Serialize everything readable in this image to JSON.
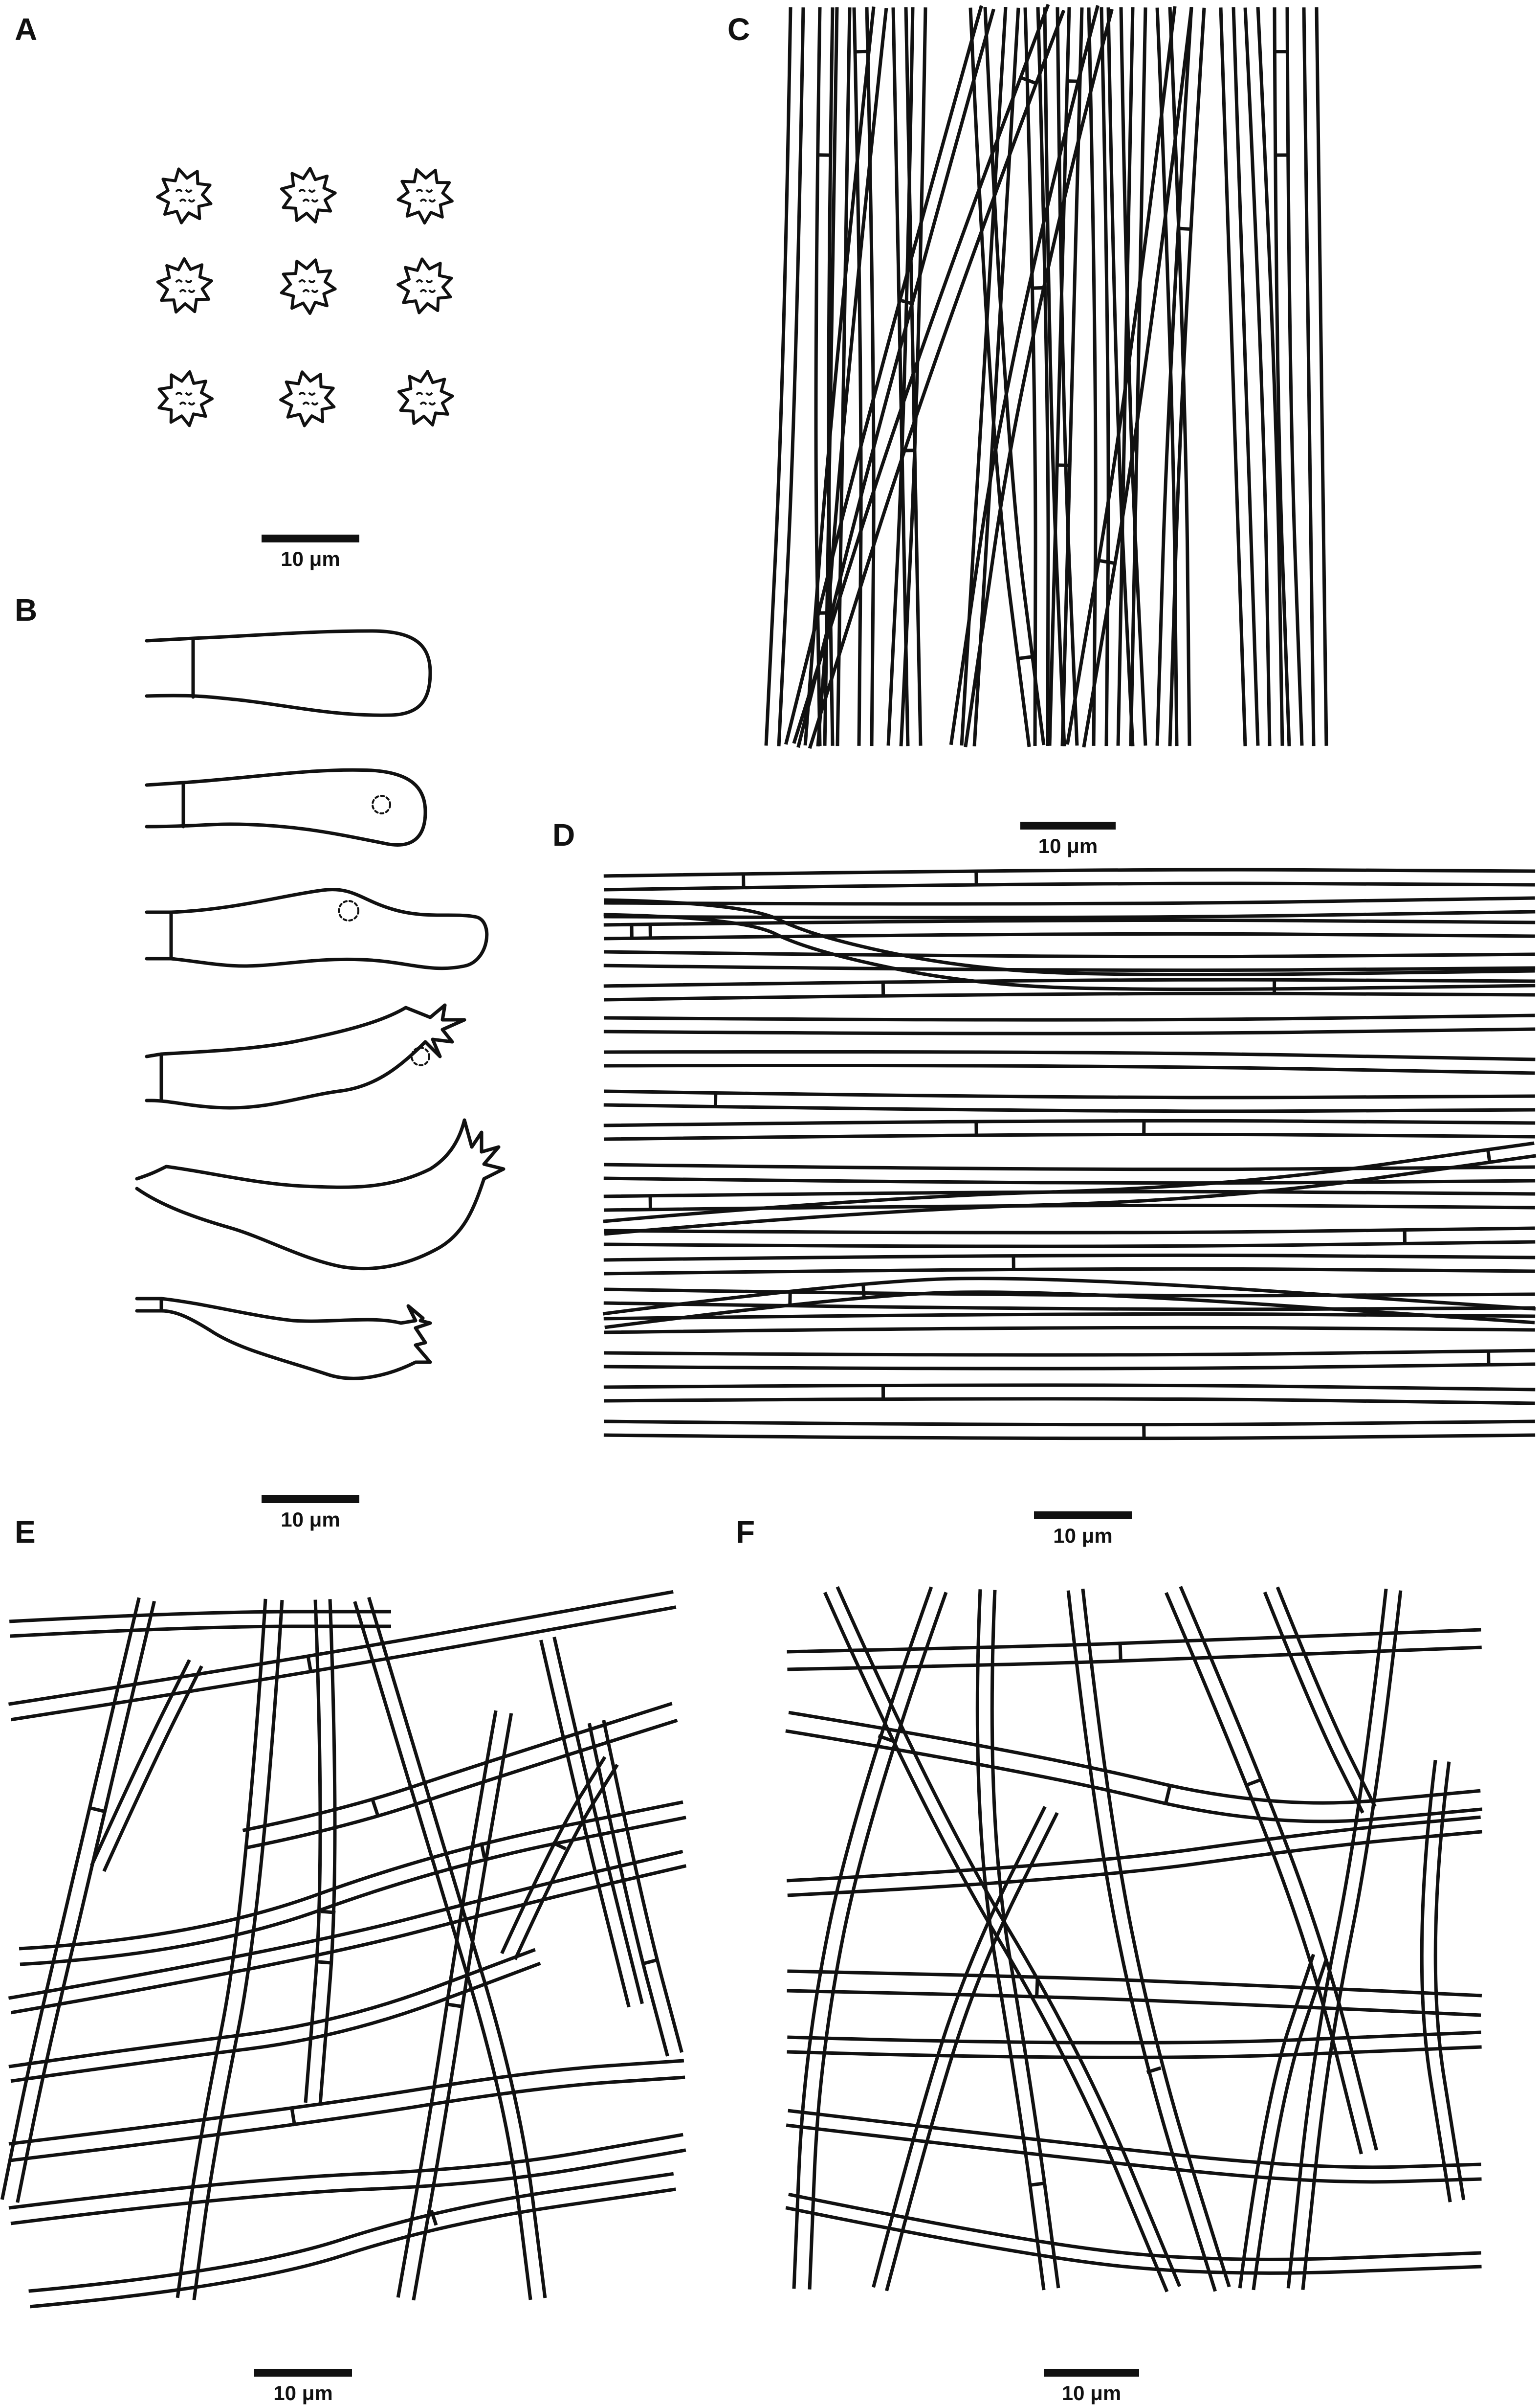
{
  "panels": [
    {
      "label": "A",
      "scale_text": "10 μm",
      "subject": "spores"
    },
    {
      "label": "B",
      "scale_text": "10 μm",
      "subject": "basidia"
    },
    {
      "label": "C",
      "scale_text": "10 μm",
      "subject": "hyphae"
    },
    {
      "label": "D",
      "scale_text": "10 μm",
      "subject": "hyphae"
    },
    {
      "label": "E",
      "scale_text": "10 μm",
      "subject": "hyphae"
    },
    {
      "label": "F",
      "scale_text": "10 μm",
      "subject": "hyphae"
    }
  ],
  "style": {
    "line_color": "#111111",
    "background": "#ffffff"
  }
}
